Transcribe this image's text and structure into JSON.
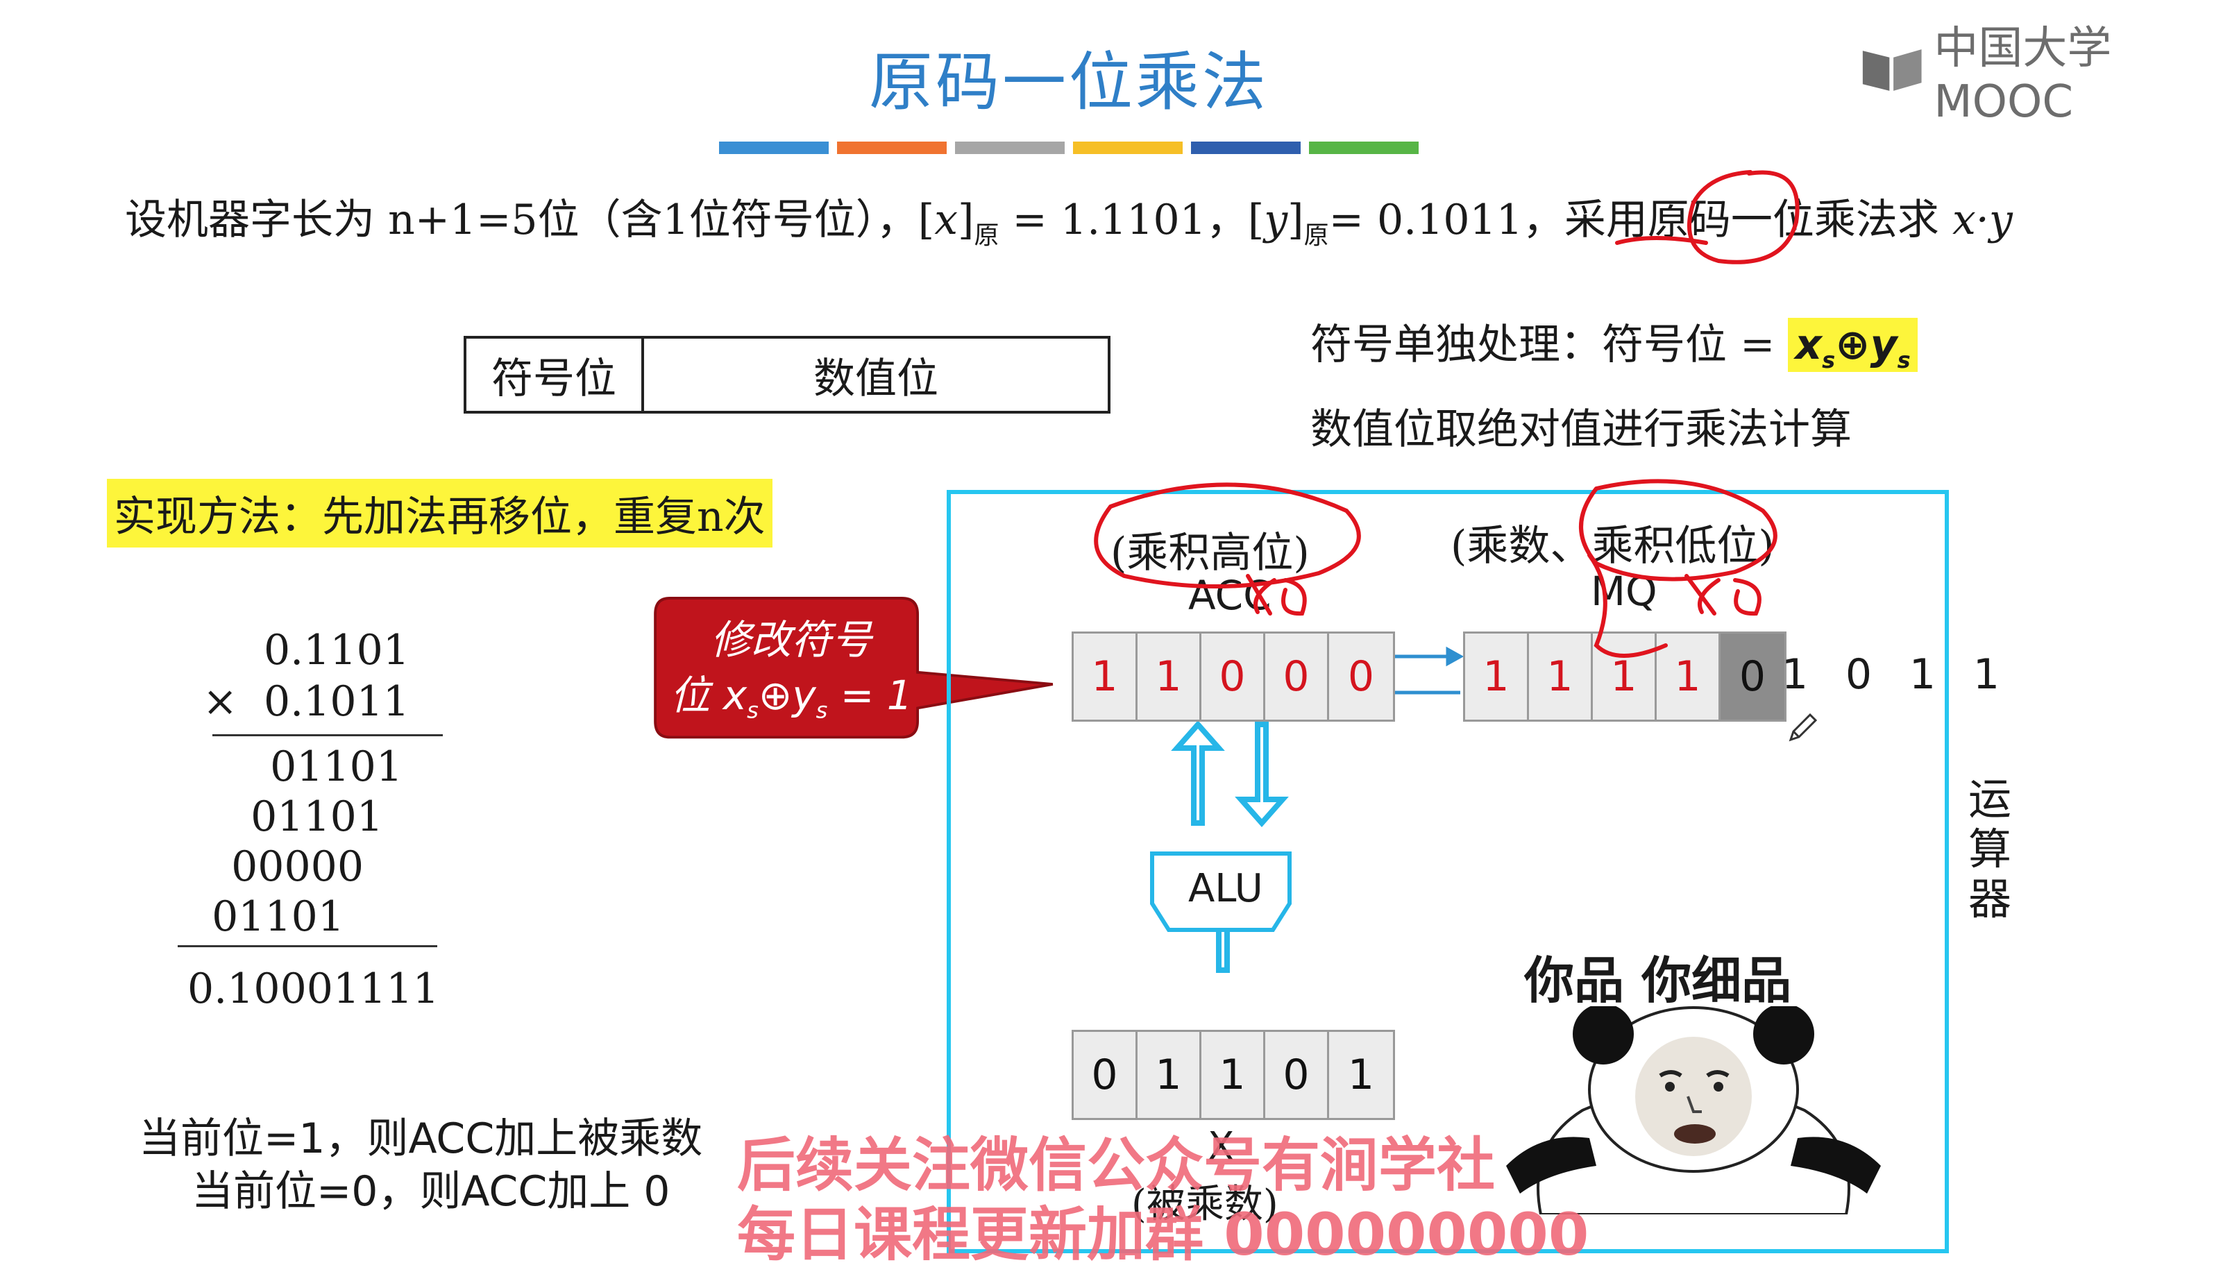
{
  "header": {
    "title": "原码一位乘法",
    "logo_text": "中国大学MOOC",
    "bar_colors": [
      "#3a8fd4",
      "#f07330",
      "#a6a6a6",
      "#f6bf26",
      "#2f5fae",
      "#57b546"
    ]
  },
  "problem": {
    "p1": "设机器字长为 n+1=5位（含1位符号位），[",
    "x": "x",
    "p2": "]",
    "sub1": "原",
    "p3": " = 1.1101，[",
    "y": "y",
    "p4": "]",
    "sub2": "原",
    "p5": "= 0.1011，采用原码一位乘法求 ",
    "xy": "x·y"
  },
  "bit_box": {
    "sign": "符号位",
    "value": "数值位"
  },
  "rules": {
    "sign_rule_prefix": "符号单独处理：符号位 = ",
    "xs": "x",
    "xs_sub": "s",
    "xor": "⊕",
    "ys": "y",
    "ys_sub": "s",
    "value_rule": "数值位取绝对值进行乘法计算"
  },
  "method": "实现方法：先加法再移位，重复n次",
  "longhand": {
    "multiplicand": "0.1101",
    "times": "×",
    "multiplier": "0.1011",
    "partials": [
      "01101",
      "01101",
      "00000",
      "01101"
    ],
    "result": "0.10001111"
  },
  "notes": {
    "n1": "当前位=1，则ACC加上被乘数",
    "n2": "当前位=0，则ACC加上 0"
  },
  "callout": {
    "line1": "修改符号",
    "line2_pre": "位 x",
    "line2_sub1": "s",
    "line2_xor": "⊕y",
    "line2_sub2": "s",
    "line2_post": " = 1",
    "fill": "#c0141c"
  },
  "alu": {
    "acc_title": "(乘积高位)",
    "mq_title": "(乘数、乘积低位)",
    "acc": "ACC",
    "mq": "MQ",
    "acc_bits": [
      "1",
      "1",
      "0",
      "0",
      "0"
    ],
    "mq_bits": [
      "1",
      "1",
      "1",
      "1",
      "0"
    ],
    "mq_tail": [
      "1",
      "0",
      "1",
      "1"
    ],
    "alu_label": "ALU",
    "x_bits": [
      "0",
      "1",
      "1",
      "0",
      "1"
    ],
    "x_label": "X",
    "x_label_cn": "(被乘数)",
    "unit_label": "运算器",
    "frame_color": "#26c6f0"
  },
  "meme": {
    "caption": "你品 你细品"
  },
  "watermark": {
    "line1": "后续关注微信公众号有涧学社",
    "line2": "每日课程更新加群 000000000"
  }
}
